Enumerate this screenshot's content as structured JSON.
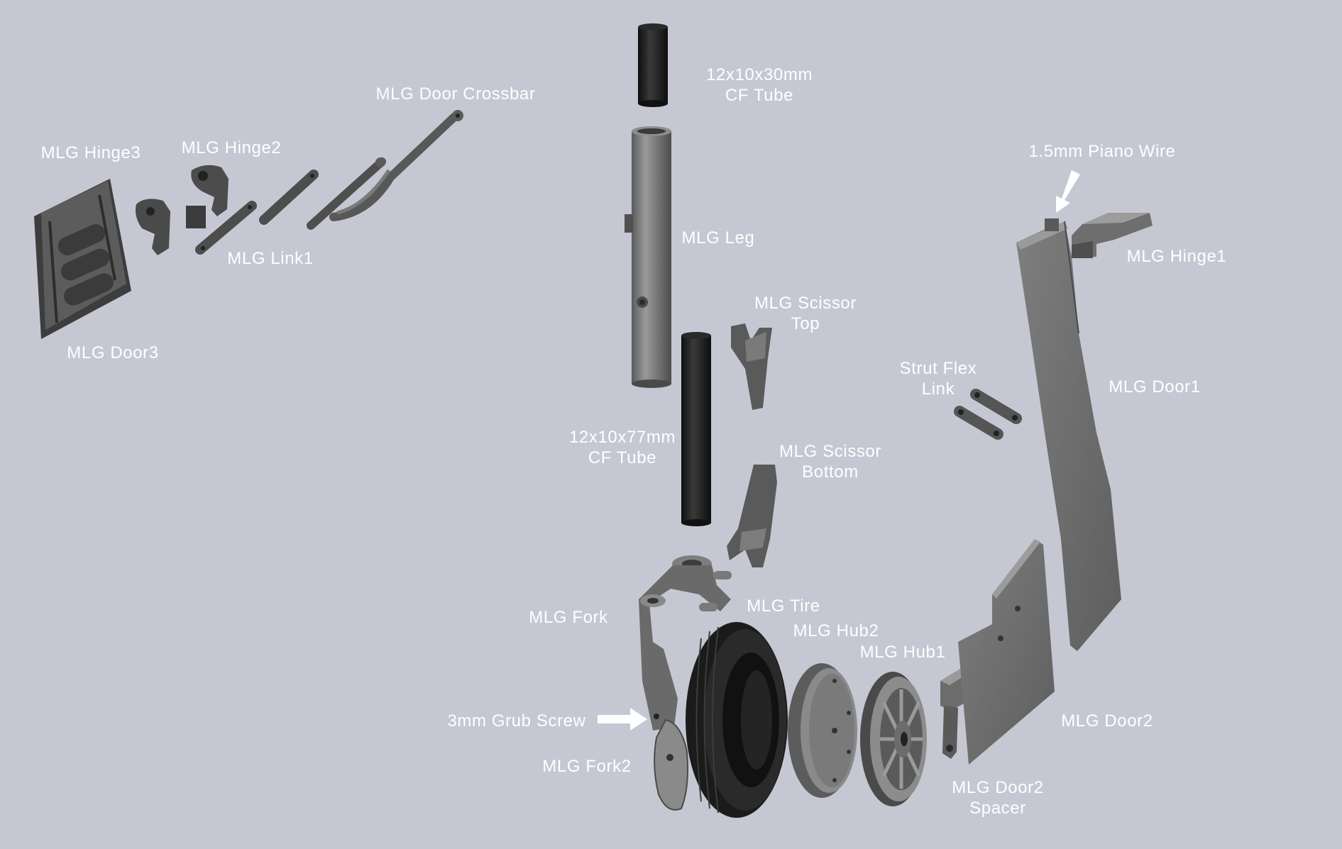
{
  "colors": {
    "background": "#c5c8d3",
    "part_light": "#8a8a8a",
    "part_mid": "#6e6e6e",
    "part_dark": "#4a4a4a",
    "tube": "#1e1e1e",
    "label": "#ffffff"
  },
  "labels": {
    "cf_tube_short": [
      "12x10x30mm",
      "CF Tube"
    ],
    "door_crossbar": "MLG Door Crossbar",
    "hinge3": "MLG Hinge3",
    "hinge2": "MLG Hinge2",
    "link1": "MLG Link1",
    "door3": "MLG Door3",
    "leg": "MLG Leg",
    "scissor_top": [
      "MLG Scissor",
      "Top"
    ],
    "piano_wire": "1.5mm Piano Wire",
    "hinge1": "MLG Hinge1",
    "strut_flex_link": [
      "Strut Flex",
      "Link"
    ],
    "door1": "MLG Door1",
    "cf_tube_long": [
      "12x10x77mm",
      "CF Tube"
    ],
    "scissor_bottom": [
      "MLG Scissor",
      "Bottom"
    ],
    "fork": "MLG Fork",
    "tire": "MLG Tire",
    "hub2": "MLG Hub2",
    "hub1": "MLG Hub1",
    "grub_screw": "3mm Grub Screw",
    "door2": "MLG Door2",
    "fork2": "MLG Fork2",
    "door2_spacer": [
      "MLG Door2",
      "Spacer"
    ]
  }
}
